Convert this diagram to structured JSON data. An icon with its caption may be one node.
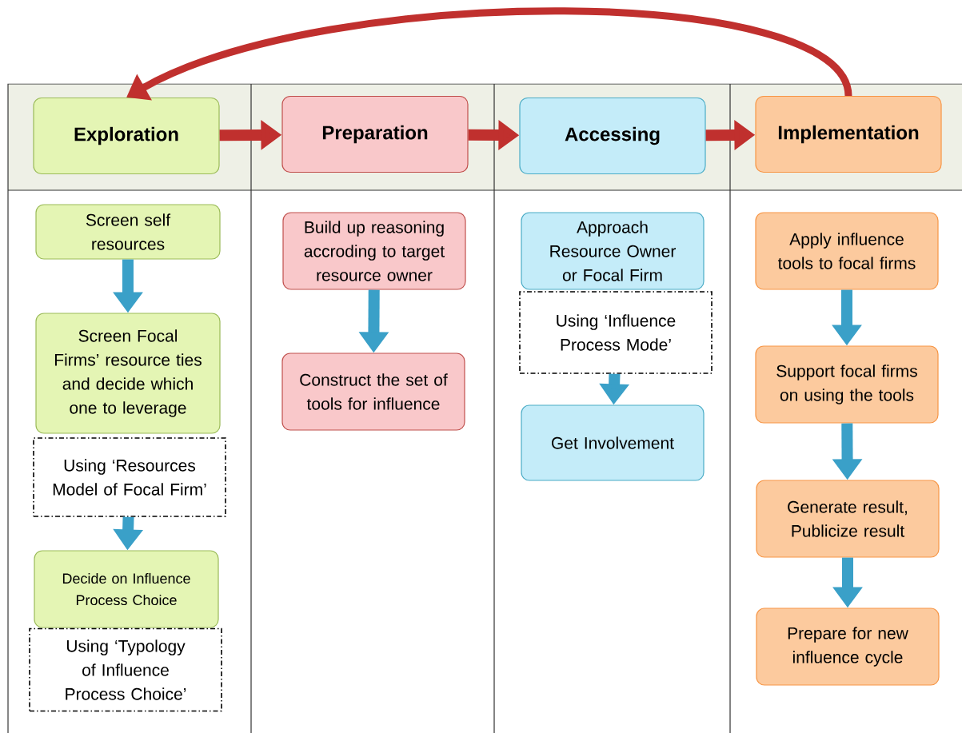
{
  "diagram": {
    "nodes": [
      {
        "text": [
          "Exploration"
        ]
      },
      {
        "text": [
          "Preparation"
        ]
      },
      {
        "text": [
          "Accessing"
        ]
      },
      {
        "text": [
          "Implementation"
        ]
      },
      {
        "text": [
          "Screen self resources"
        ]
      },
      {
        "text": [
          "Screen Focal Firms’ resource ties and decide which one to leverage"
        ]
      },
      {
        "text": [
          "Using ‘Resources Model of Focal Firm’"
        ]
      },
      {
        "text": [
          "Decide on Influence Process Choice"
        ]
      },
      {
        "text": [
          "Using ‘Typology of Influence Process Choice’"
        ]
      },
      {
        "text": [
          "Build up reasoning accroding to target resource owner"
        ]
      },
      {
        "text": [
          "Construct the set of tools for influence"
        ]
      },
      {
        "text": [
          "Approach Resource Owner or Focal Firm"
        ]
      },
      {
        "text": [
          "Using ‘Influence Process Mode’"
        ]
      },
      {
        "text": [
          "Get Involvement"
        ]
      },
      {
        "text": [
          "Apply influence tools to focal firms"
        ]
      },
      {
        "text": [
          "Support focal firms on using the tools"
        ]
      },
      {
        "text": [
          "Generate result, Publicize result"
        ]
      },
      {
        "text": [
          "Prepare for new influence cycle"
        ]
      }
    ],
    "edges": [
      {
        "from": 0,
        "to": 1,
        "arrow": "to",
        "color": "#c0302e"
      },
      {
        "from": 1,
        "to": 2,
        "arrow": "to",
        "color": "#c0302e"
      },
      {
        "from": 2,
        "to": 3,
        "arrow": "to",
        "color": "#c0302e"
      },
      {
        "from": 3,
        "to": 0,
        "arrow": "to",
        "color": "#c0302e"
      },
      {
        "from": 4,
        "to": 5,
        "arrow": "to"
      },
      {
        "from": 6,
        "to": 7,
        "arrow": "to"
      },
      {
        "from": 9,
        "to": 10,
        "arrow": "to"
      },
      {
        "from": 12,
        "to": 13,
        "arrow": "to"
      },
      {
        "from": 14,
        "to": 15,
        "arrow": "to"
      },
      {
        "from": 15,
        "to": 16,
        "arrow": "to"
      },
      {
        "from": 16,
        "to": 17,
        "arrow": "to"
      }
    ]
  }
}
